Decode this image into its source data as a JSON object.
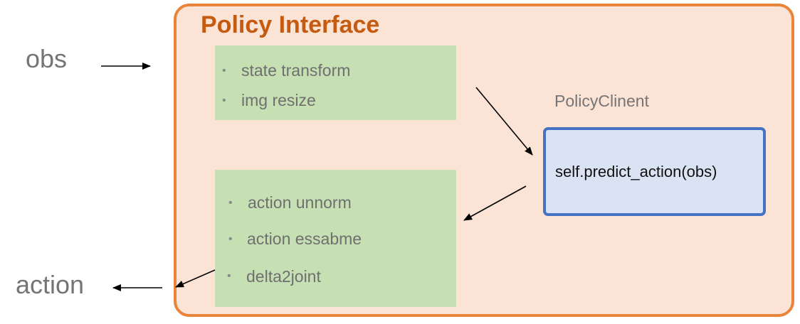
{
  "diagram": {
    "title": "Policy Interface",
    "input_label": "obs",
    "output_label": "action",
    "preprocess_items": [
      "state transform",
      "img resize"
    ],
    "postprocess_items": [
      "action unnorm",
      "action essabme",
      "delta2joint"
    ],
    "client_label": "PolicyClinent",
    "client_method": "self.predict_action(obs)",
    "colors": {
      "outer_fill": "#fbe3d6",
      "outer_border": "#e8853a",
      "title": "#c55a11",
      "stage_fill": "#c6e0b4",
      "client_fill": "#dae3f3",
      "client_border": "#4472c4"
    }
  }
}
